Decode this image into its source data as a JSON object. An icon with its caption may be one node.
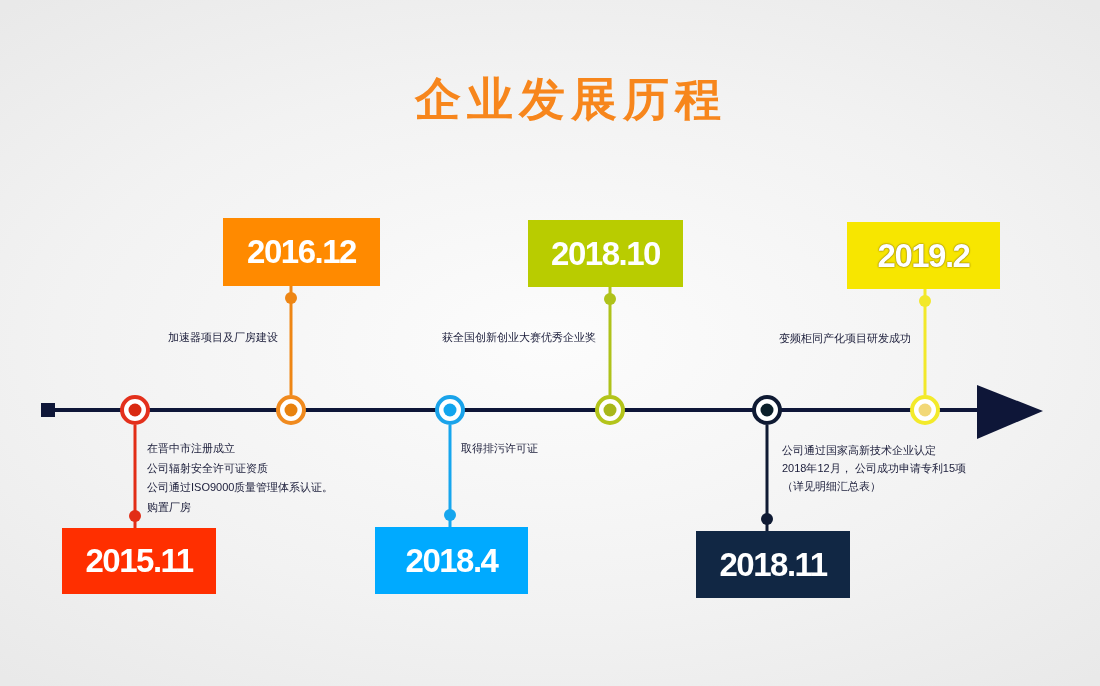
{
  "diagram": {
    "title": "企业发展历程",
    "nodes": [
      {
        "text": [
          "2015.11"
        ],
        "beside": [
          "在晋中市注册成立",
          "公司辐射安全许可证资质",
          "公司通过ISO9000质量管理体系认证。",
          "购置厂房"
        ]
      },
      {
        "text": [
          "2016.12"
        ]
      },
      {
        "text": [
          "2018.4"
        ]
      },
      {
        "text": [
          "2018.10"
        ]
      },
      {
        "text": [
          "2018.11"
        ],
        "beside": [
          "公司通过国家高新技术企业认定",
          "2018年12月， 公司成功申请专利15项（详见明细汇总表）"
        ]
      },
      {
        "text": [
          "2019.2"
        ],
        "beside": [
          "变频柜同产化项目研发成功"
        ]
      },
      {
        "text": [],
        "shape": "circle"
      },
      {
        "text": [],
        "shape": "circle"
      },
      {
        "text": [],
        "shape": "circle",
        "beside": [
          "取得排污许可证"
        ]
      },
      {
        "text": [],
        "shape": "circle"
      },
      {
        "text": [],
        "shape": "circle"
      },
      {
        "text": [],
        "shape": "circle"
      }
    ],
    "edges": [
      {
        "from": 6,
        "to": 0,
        "arrow": "other",
        "color": "#e22d16"
      },
      {
        "from": 7,
        "to": 1,
        "arrow": "other",
        "color": "#ee8614"
      },
      {
        "from": 8,
        "to": 2,
        "arrow": "other",
        "color": "#16a6ee"
      },
      {
        "from": 9,
        "to": 3,
        "arrow": "other",
        "color": "#afc21a"
      },
      {
        "from": 10,
        "to": 4,
        "arrow": "other",
        "color": "#0f1a33"
      },
      {
        "from": 11,
        "to": 5,
        "arrow": "other",
        "color": "#f2e82a"
      }
    ],
    "labels": [
      "加速器项目及厂房建设",
      "获全国创新创业大赛优秀企业奖"
    ]
  }
}
